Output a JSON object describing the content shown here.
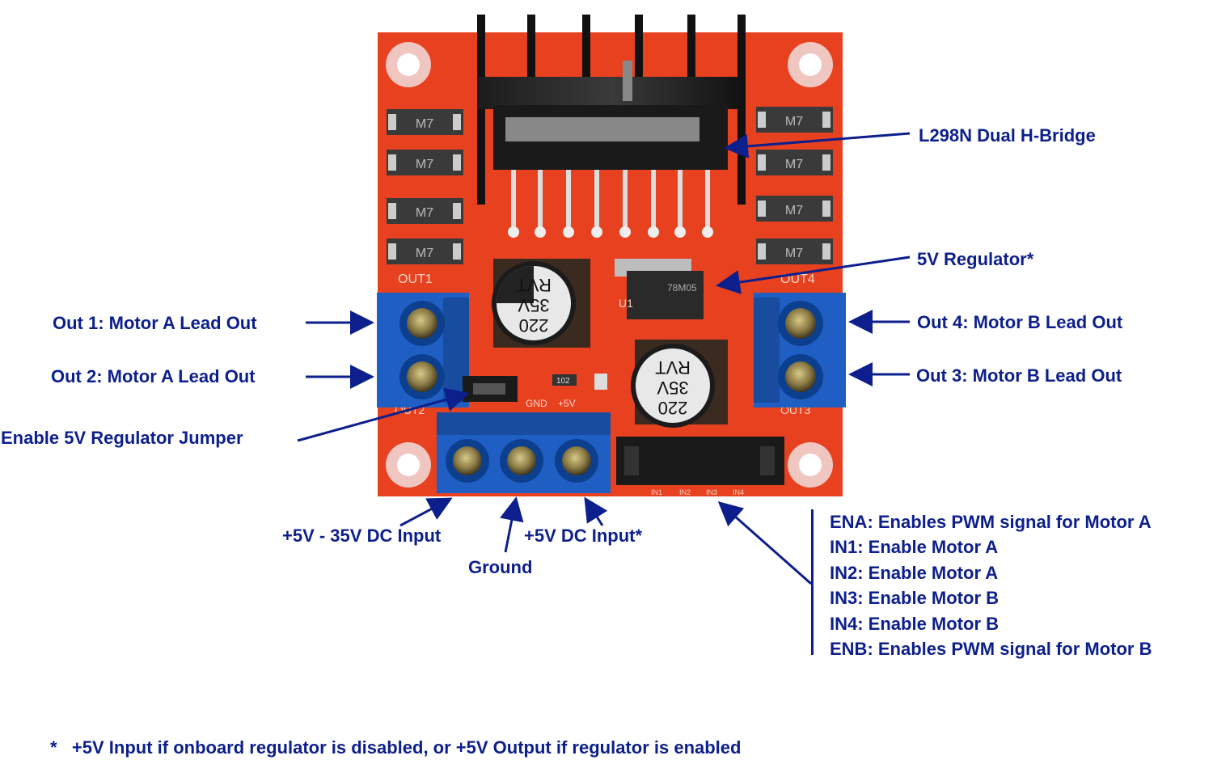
{
  "title": "L298N Dual H-Bridge",
  "components": {
    "regulator": "5V Regulator*"
  },
  "outputs": [
    {
      "label": "Out 1: Motor A Lead Out"
    },
    {
      "label": "Out 2: Motor A Lead Out"
    },
    {
      "label": "Out 4: Motor B Lead Out"
    },
    {
      "label": "Out 3: Motor B Lead Out"
    }
  ],
  "jumper": "Enable 5V Regulator Jumper",
  "power_inputs": [
    {
      "label": "+5V - 35V DC Input"
    },
    {
      "label": "Ground"
    },
    {
      "label": "+5V DC Input*"
    }
  ],
  "control_pins": [
    "ENA: Enables PWM signal for Motor A",
    "IN1: Enable Motor A",
    "IN2: Enable Motor A",
    "IN3: Enable Motor B",
    "IN4: Enable Motor B",
    "ENB: Enables PWM signal for Motor B"
  ],
  "footnote": {
    "marker": "*",
    "text": "+5V Input if onboard regulator is disabled, or +5V Output if regulator is enabled"
  },
  "board_silkscreen": {
    "out1": "OUT1",
    "out4": "OUT4",
    "out2": "OUT2",
    "out3": "OUT3",
    "diode": "M7",
    "cap_line1": "220",
    "cap_line2": "35V",
    "cap_line3": "RVT",
    "reg_part": "78M05",
    "ic_u": "U1",
    "plus5v": "+5V",
    "gnd": "GND",
    "r102": "102",
    "in_labels": [
      "IN1",
      "IN2",
      "IN3",
      "IN4"
    ]
  },
  "colors": {
    "board": "#e8411f",
    "annotation": "#0d1f8c",
    "terminal": "#1f5fc4"
  }
}
